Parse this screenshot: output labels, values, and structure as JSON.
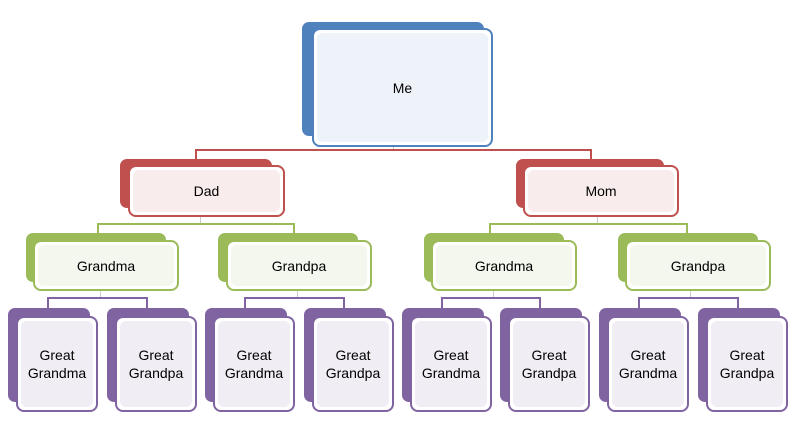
{
  "colors": {
    "me": "#4f81bd",
    "parent": "#c0504d",
    "grandparent": "#9bbb59",
    "great": "#8064a2"
  },
  "root": {
    "label": "Me"
  },
  "parents": [
    {
      "label": "Dad"
    },
    {
      "label": "Mom"
    }
  ],
  "grandparents": [
    {
      "label": "Grandma"
    },
    {
      "label": "Grandpa"
    },
    {
      "label": "Grandma"
    },
    {
      "label": "Grandpa"
    }
  ],
  "great_grandparents": [
    {
      "line1": "Great",
      "line2": "Grandma"
    },
    {
      "line1": "Great",
      "line2": "Grandpa"
    },
    {
      "line1": "Great",
      "line2": "Grandma"
    },
    {
      "line1": "Great",
      "line2": "Grandpa"
    },
    {
      "line1": "Great",
      "line2": "Grandma"
    },
    {
      "line1": "Great",
      "line2": "Grandpa"
    },
    {
      "line1": "Great",
      "line2": "Grandma"
    },
    {
      "line1": "Great",
      "line2": "Grandpa"
    }
  ]
}
